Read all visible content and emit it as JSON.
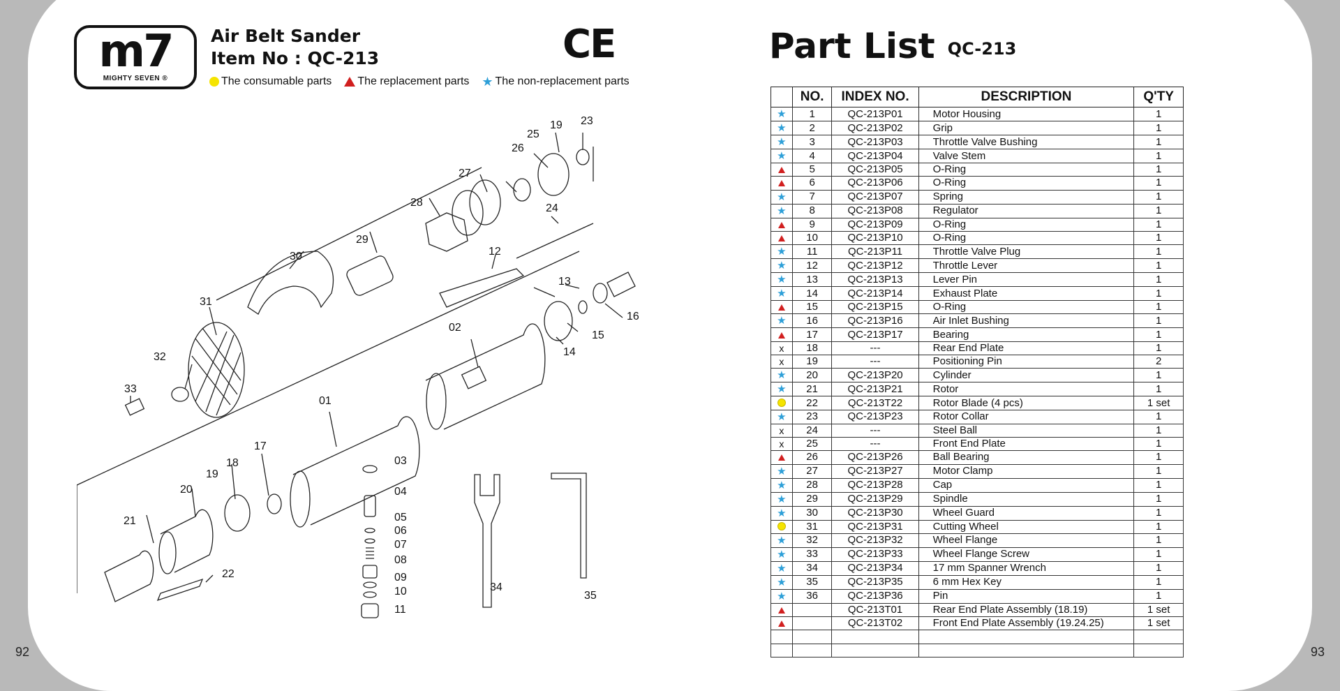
{
  "page_left_number": "92",
  "page_right_number": "93",
  "brand": {
    "logo_text": "m7",
    "logo_subtext": "MIGHTY SEVEN ®"
  },
  "product": {
    "name": "Air Belt Sander",
    "item_no": "Item No : QC-213"
  },
  "ce_mark": "CE",
  "legend": {
    "consumable": "The consumable parts",
    "replacement": "The replacement parts",
    "non_replacement": "The non-replacement parts"
  },
  "colors": {
    "consumable": "#f5e400",
    "replacement": "#d11f1f",
    "non_replacement": "#2d9fd8"
  },
  "diagram_labels": [
    "19",
    "23",
    "25",
    "26",
    "27",
    "24",
    "28",
    "29",
    "30",
    "12",
    "13",
    "31",
    "16",
    "02",
    "15",
    "14",
    "32",
    "33",
    "01",
    "17",
    "03",
    "18",
    "04",
    "19",
    "20",
    "05",
    "06",
    "21",
    "07",
    "08",
    "22",
    "09",
    "10",
    "11",
    "34",
    "35"
  ],
  "part_list": {
    "title": "Part List",
    "model": "QC-213",
    "headers": {
      "no": "NO.",
      "index": "INDEX NO.",
      "desc": "DESCRIPTION",
      "qty": "Q'TY"
    },
    "rows": [
      {
        "mark": "star",
        "no": "1",
        "index": "QC-213P01",
        "desc": "Motor Housing",
        "qty": "1"
      },
      {
        "mark": "star",
        "no": "2",
        "index": "QC-213P02",
        "desc": "Grip",
        "qty": "1"
      },
      {
        "mark": "star",
        "no": "3",
        "index": "QC-213P03",
        "desc": "Throttle Valve Bushing",
        "qty": "1"
      },
      {
        "mark": "star",
        "no": "4",
        "index": "QC-213P04",
        "desc": "Valve Stem",
        "qty": "1"
      },
      {
        "mark": "tri",
        "no": "5",
        "index": "QC-213P05",
        "desc": "O-Ring",
        "qty": "1"
      },
      {
        "mark": "tri",
        "no": "6",
        "index": "QC-213P06",
        "desc": "O-Ring",
        "qty": "1"
      },
      {
        "mark": "star",
        "no": "7",
        "index": "QC-213P07",
        "desc": "Spring",
        "qty": "1"
      },
      {
        "mark": "star",
        "no": "8",
        "index": "QC-213P08",
        "desc": "Regulator",
        "qty": "1"
      },
      {
        "mark": "tri",
        "no": "9",
        "index": "QC-213P09",
        "desc": "O-Ring",
        "qty": "1"
      },
      {
        "mark": "tri",
        "no": "10",
        "index": "QC-213P10",
        "desc": "O-Ring",
        "qty": "1"
      },
      {
        "mark": "star",
        "no": "11",
        "index": "QC-213P11",
        "desc": "Throttle Valve Plug",
        "qty": "1"
      },
      {
        "mark": "star",
        "no": "12",
        "index": "QC-213P12",
        "desc": "Throttle Lever",
        "qty": "1"
      },
      {
        "mark": "star",
        "no": "13",
        "index": "QC-213P13",
        "desc": "Lever Pin",
        "qty": "1"
      },
      {
        "mark": "star",
        "no": "14",
        "index": "QC-213P14",
        "desc": "Exhaust Plate",
        "qty": "1"
      },
      {
        "mark": "tri",
        "no": "15",
        "index": "QC-213P15",
        "desc": "O-Ring",
        "qty": "1"
      },
      {
        "mark": "star",
        "no": "16",
        "index": "QC-213P16",
        "desc": "Air Inlet Bushing",
        "qty": "1"
      },
      {
        "mark": "tri",
        "no": "17",
        "index": "QC-213P17",
        "desc": "Bearing",
        "qty": "1"
      },
      {
        "mark": "x",
        "no": "18",
        "index": "---",
        "desc": "Rear End Plate",
        "qty": "1"
      },
      {
        "mark": "x",
        "no": "19",
        "index": "---",
        "desc": "Positioning Pin",
        "qty": "2"
      },
      {
        "mark": "star",
        "no": "20",
        "index": "QC-213P20",
        "desc": "Cylinder",
        "qty": "1"
      },
      {
        "mark": "star",
        "no": "21",
        "index": "QC-213P21",
        "desc": "Rotor",
        "qty": "1"
      },
      {
        "mark": "dot",
        "no": "22",
        "index": "QC-213T22",
        "desc": "Rotor Blade (4 pcs)",
        "qty": "1 set"
      },
      {
        "mark": "star",
        "no": "23",
        "index": "QC-213P23",
        "desc": "Rotor Collar",
        "qty": "1"
      },
      {
        "mark": "x",
        "no": "24",
        "index": "---",
        "desc": "Steel Ball",
        "qty": "1"
      },
      {
        "mark": "x",
        "no": "25",
        "index": "---",
        "desc": "Front End Plate",
        "qty": "1"
      },
      {
        "mark": "tri",
        "no": "26",
        "index": "QC-213P26",
        "desc": "Ball Bearing",
        "qty": "1"
      },
      {
        "mark": "star",
        "no": "27",
        "index": "QC-213P27",
        "desc": "Motor Clamp",
        "qty": "1"
      },
      {
        "mark": "star",
        "no": "28",
        "index": "QC-213P28",
        "desc": "Cap",
        "qty": "1"
      },
      {
        "mark": "star",
        "no": "29",
        "index": "QC-213P29",
        "desc": "Spindle",
        "qty": "1"
      },
      {
        "mark": "star",
        "no": "30",
        "index": "QC-213P30",
        "desc": "Wheel Guard",
        "qty": "1"
      },
      {
        "mark": "dot",
        "no": "31",
        "index": "QC-213P31",
        "desc": "Cutting Wheel",
        "qty": "1"
      },
      {
        "mark": "star",
        "no": "32",
        "index": "QC-213P32",
        "desc": "Wheel Flange",
        "qty": "1"
      },
      {
        "mark": "star",
        "no": "33",
        "index": "QC-213P33",
        "desc": "Wheel Flange Screw",
        "qty": "1"
      },
      {
        "mark": "star",
        "no": "34",
        "index": "QC-213P34",
        "desc": "17 mm Spanner Wrench",
        "qty": "1"
      },
      {
        "mark": "star",
        "no": "35",
        "index": "QC-213P35",
        "desc": "6 mm Hex Key",
        "qty": "1"
      },
      {
        "mark": "star",
        "no": "36",
        "index": "QC-213P36",
        "desc": "Pin",
        "qty": "1"
      },
      {
        "mark": "tri",
        "no": "",
        "index": "QC-213T01",
        "desc": "Rear End Plate Assembly (18.19)",
        "qty": "1 set"
      },
      {
        "mark": "tri",
        "no": "",
        "index": "QC-213T02",
        "desc": "Front End Plate Assembly (19.24.25)",
        "qty": "1 set"
      },
      {
        "mark": "",
        "no": "",
        "index": "",
        "desc": "",
        "qty": ""
      },
      {
        "mark": "",
        "no": "",
        "index": "",
        "desc": "",
        "qty": ""
      }
    ]
  }
}
